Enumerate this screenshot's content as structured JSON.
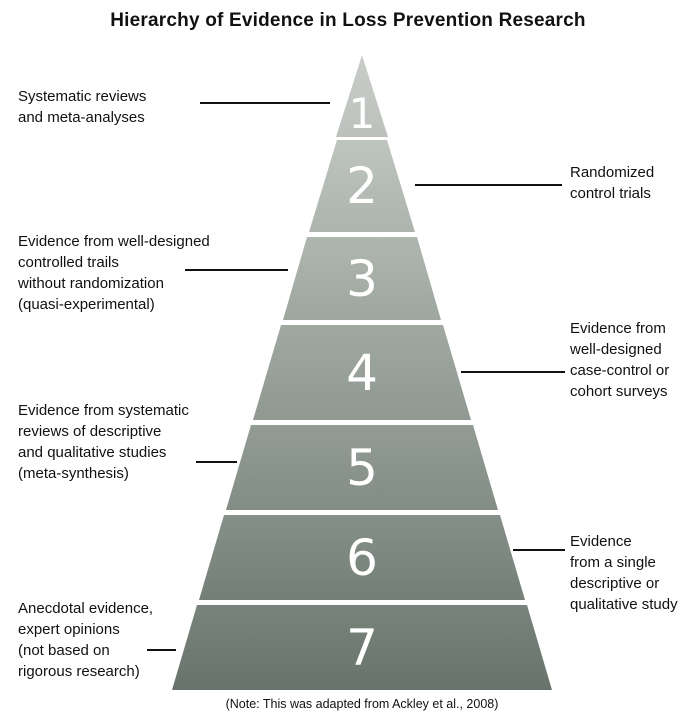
{
  "title": "Hierarchy of Evidence in Loss Prevention Research",
  "note": "(Note: This was adapted from Ackley et al., 2008)",
  "levels": [
    {
      "number": "1",
      "label": "Systematic reviews\nand meta-analyses",
      "side": "left",
      "colors": [
        "#c9cdc9",
        "#bcc1bc"
      ]
    },
    {
      "number": "2",
      "label": "Randomized\ncontrol trials",
      "side": "right",
      "colors": [
        "#bec4be",
        "#adb4ae"
      ]
    },
    {
      "number": "3",
      "label": "Evidence from well-designed\ncontrolled trails\nwithout randomization\n(quasi-experimental)",
      "side": "left",
      "colors": [
        "#afb6af",
        "#9da69f"
      ]
    },
    {
      "number": "4",
      "label": "Evidence from\nwell-designed\ncase-control or\ncohort surveys",
      "side": "right",
      "colors": [
        "#a0a9a1",
        "#8f9991"
      ]
    },
    {
      "number": "5",
      "label": "Evidence from systematic\nreviews of descriptive\nand qualitative studies\n(meta-synthesis)",
      "side": "left",
      "colors": [
        "#929c94",
        "#828d85"
      ]
    },
    {
      "number": "6",
      "label": "Evidence\nfrom a single\ndescriptive or\nqualitative study",
      "side": "right",
      "colors": [
        "#859088",
        "#747f78"
      ]
    },
    {
      "number": "7",
      "label": "Anecdotal evidence,\nexpert opinions\n(not based on\nrigorous research)",
      "side": "left",
      "colors": [
        "#78837c",
        "#67736b"
      ]
    }
  ]
}
